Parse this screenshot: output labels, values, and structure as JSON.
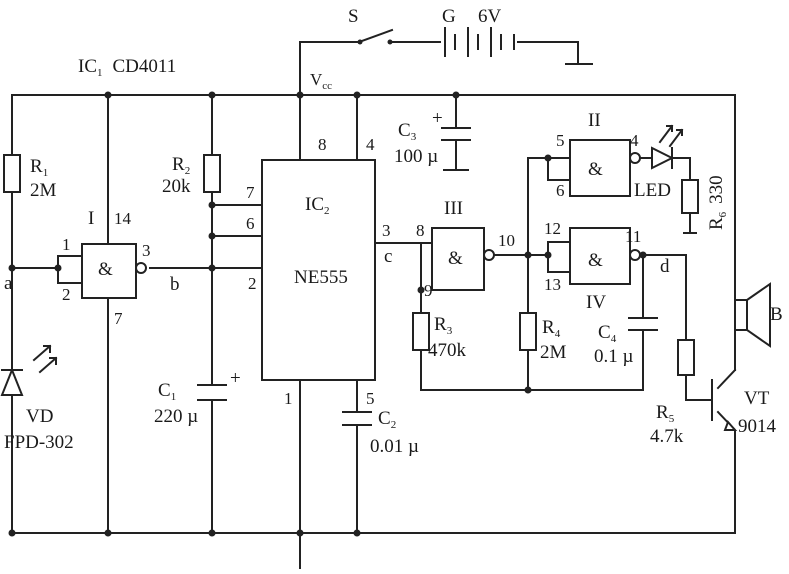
{
  "switch_label": "S",
  "battery_label": "G",
  "battery_voltage": "6V",
  "vcc_label": "V",
  "vcc_sub": "cc",
  "ic1": {
    "name": "IC",
    "sub": "1",
    "part": "CD4011"
  },
  "ic2": {
    "name": "IC",
    "sub": "2",
    "part": "NE555"
  },
  "gates": {
    "I": {
      "label": "I",
      "symbol": "&"
    },
    "II": {
      "label": "II",
      "symbol": "&"
    },
    "III": {
      "label": "III",
      "symbol": "&"
    },
    "IV": {
      "label": "IV",
      "symbol": "&"
    }
  },
  "resistors": {
    "R1": {
      "name": "R",
      "sub": "1",
      "value": "2M"
    },
    "R2": {
      "name": "R",
      "sub": "2",
      "value": "20k"
    },
    "R3": {
      "name": "R",
      "sub": "3",
      "value": "470k"
    },
    "R4": {
      "name": "R",
      "sub": "4",
      "value": "2M"
    },
    "R5": {
      "name": "R",
      "sub": "5",
      "value": "4.7k"
    },
    "R6": {
      "name": "R",
      "sub": "6",
      "value": "330"
    }
  },
  "capacitors": {
    "C1": {
      "name": "C",
      "sub": "1",
      "value": "220 µ"
    },
    "C2": {
      "name": "C",
      "sub": "2",
      "value": "0.01 µ"
    },
    "C3": {
      "name": "C",
      "sub": "3",
      "value": "100 µ"
    },
    "C4": {
      "name": "C",
      "sub": "4",
      "value": "0.1 µ"
    }
  },
  "led_label": "LED",
  "buzzer_label": "B",
  "photodiode": {
    "name": "VD",
    "part": "FPD-302"
  },
  "transistor": {
    "name": "VT",
    "part": "9014"
  },
  "nodes": {
    "a": "a",
    "b": "b",
    "c": "c",
    "d": "d"
  },
  "pins": {
    "g1_in_top": "1",
    "g1_in_bot": "2",
    "g1_out": "3",
    "g1_vdd": "14",
    "g1_gnd": "7",
    "ne_8": "8",
    "ne_4": "4",
    "ne_7": "7",
    "ne_6": "6",
    "ne_2": "2",
    "ne_3": "3",
    "ne_1": "1",
    "ne_5": "5",
    "g3_in": "8",
    "g3_in2": "9",
    "g3_out": "10",
    "g2_in_top": "5",
    "g2_in_bot": "6",
    "g2_out": "4",
    "g4_in_top": "12",
    "g4_in_bot": "13",
    "g4_out": "11"
  }
}
